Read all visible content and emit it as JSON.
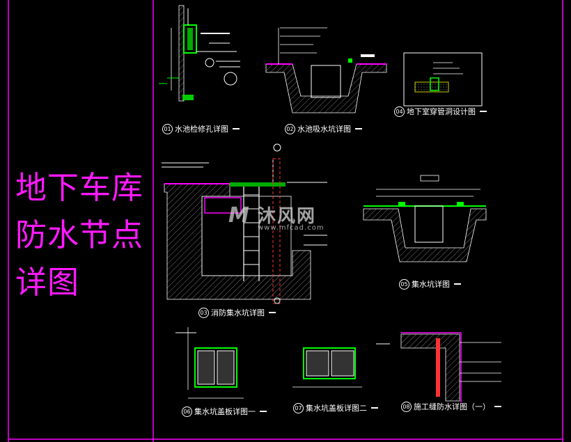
{
  "sheet_title": [
    "地下车库",
    "防水节点",
    "详图"
  ],
  "details": [
    {
      "num": "01",
      "title": "水池检修孔详图"
    },
    {
      "num": "02",
      "title": "水池吸水坑详图"
    },
    {
      "num": "04",
      "title": "地下室穿管洞设计图"
    },
    {
      "num": "03",
      "title": "消防集水坑详图"
    },
    {
      "num": "05",
      "title": "集水坑详图"
    },
    {
      "num": "06",
      "title": "集水坑盖板详图一"
    },
    {
      "num": "07",
      "title": "集水坑盖板详图二"
    },
    {
      "num": "08",
      "title": "施工缝防水详图（一）"
    }
  ],
  "watermark": {
    "brand": "沐风网",
    "url": "www.mfcad.com"
  },
  "colors": {
    "background": "#000000",
    "title": "#ff1aff",
    "frame": "#ff00ff",
    "line_green": "#00ff00",
    "line_white": "#ffffff"
  }
}
